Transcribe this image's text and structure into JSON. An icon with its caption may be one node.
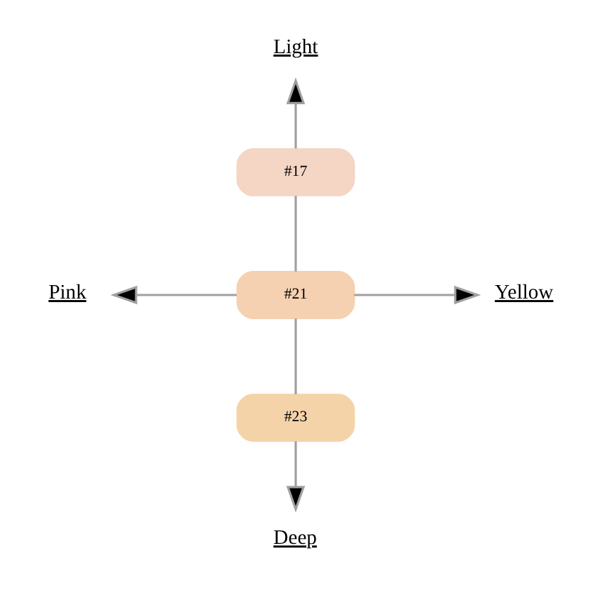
{
  "diagram": {
    "nodes": [
      {
        "text": [
          "Light"
        ]
      },
      {
        "text": [
          "#17"
        ]
      },
      {
        "text": [
          "Pink"
        ]
      },
      {
        "text": [
          "#21"
        ]
      },
      {
        "text": [
          "Yellow"
        ]
      },
      {
        "text": [
          "#23"
        ]
      },
      {
        "text": [
          "Deep"
        ]
      }
    ],
    "edges": [
      {
        "from": 1,
        "to": 0,
        "arrow": "to"
      },
      {
        "from": 1,
        "to": 3,
        "arrow": "none"
      },
      {
        "from": 3,
        "to": 2,
        "arrow": "to"
      },
      {
        "from": 3,
        "to": 4,
        "arrow": "to"
      },
      {
        "from": 3,
        "to": 5,
        "arrow": "none"
      },
      {
        "from": 5,
        "to": 6,
        "arrow": "to"
      }
    ]
  }
}
